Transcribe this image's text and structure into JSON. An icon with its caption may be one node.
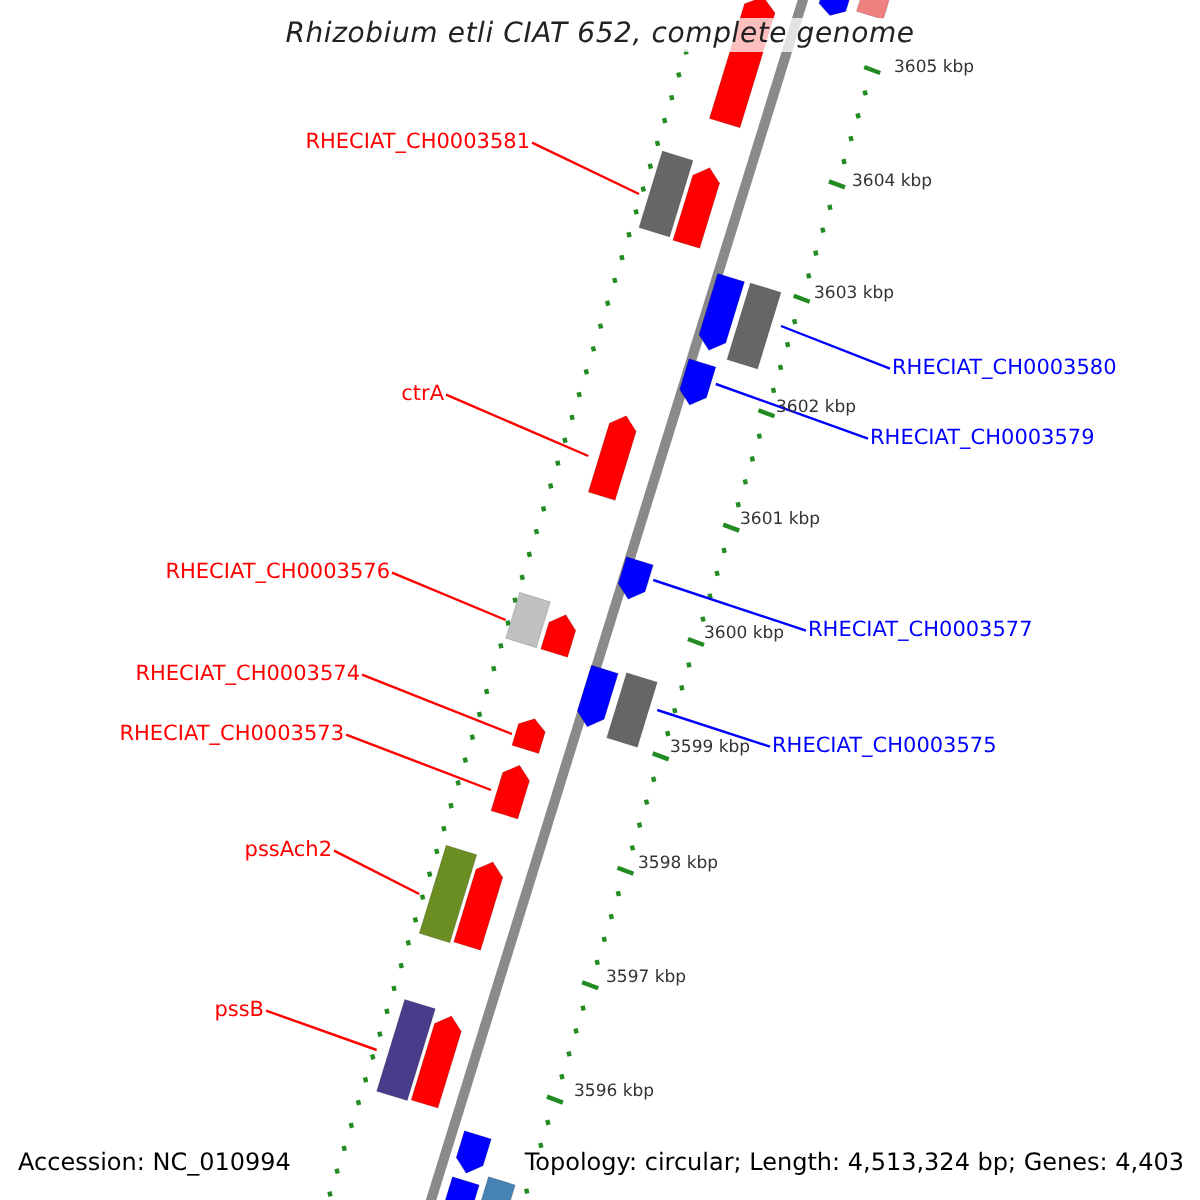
{
  "diagram": {
    "title": "Rhizobium etli CIAT 652, complete genome",
    "nodes": [
      {
        "text": [
          "RHECIAT_CH0003581"
        ]
      },
      {
        "text": [
          "RHECIAT_CH0003580"
        ]
      },
      {
        "text": [
          "ctrA"
        ]
      },
      {
        "text": [
          "RHECIAT_CH0003579"
        ]
      },
      {
        "text": [
          "RHECIAT_CH0003576"
        ]
      },
      {
        "text": [
          "RHECIAT_CH0003577"
        ]
      },
      {
        "text": [
          "RHECIAT_CH0003574"
        ]
      },
      {
        "text": [
          "RHECIAT_CH0003575"
        ]
      },
      {
        "text": [
          "RHECIAT_CH0003573"
        ]
      },
      {
        "text": [
          "pssAch2"
        ]
      },
      {
        "text": [
          "pssB"
        ]
      },
      {
        "text": [],
        "shape": "pentagon"
      },
      {
        "text": [],
        "shape": "pentagon"
      },
      {
        "text": [],
        "shape": "pentagon"
      },
      {
        "text": [],
        "shape": "box"
      },
      {
        "text": [],
        "shape": "pentagon"
      },
      {
        "text": [],
        "shape": "pentagon"
      },
      {
        "text": [],
        "shape": "box"
      },
      {
        "text": [],
        "shape": "pentagon"
      },
      {
        "text": [],
        "shape": "pentagon"
      },
      {
        "text": [],
        "shape": "pentagon"
      },
      {
        "text": [],
        "shape": "box"
      },
      {
        "text": [],
        "shape": "pentagon"
      },
      {
        "text": [],
        "shape": "pentagon"
      },
      {
        "text": [],
        "shape": "box"
      },
      {
        "text": [],
        "shape": "pentagon"
      },
      {
        "text": [],
        "shape": "pentagon"
      },
      {
        "text": [],
        "shape": "box"
      },
      {
        "text": [],
        "shape": "pentagon"
      },
      {
        "text": [],
        "shape": "box"
      },
      {
        "text": [],
        "shape": "pentagon"
      },
      {
        "text": [],
        "shape": "pentagon"
      },
      {
        "text": [],
        "shape": "box"
      },
      {
        "text": [],
        "shape": "box"
      }
    ],
    "edges": [
      {
        "from": 0,
        "to": 14,
        "arrow": "none"
      },
      {
        "from": 1,
        "to": 17,
        "arrow": "none",
        "color": "#0000ff"
      },
      {
        "from": 2,
        "to": 19,
        "arrow": "none"
      },
      {
        "from": 3,
        "to": 18,
        "arrow": "none",
        "color": "#0000ff"
      },
      {
        "from": 4,
        "to": 21,
        "arrow": "none"
      },
      {
        "from": 5,
        "to": 20,
        "arrow": "none",
        "color": "#0000ff"
      },
      {
        "from": 6,
        "to": 25,
        "arrow": "none"
      },
      {
        "from": 7,
        "to": 24,
        "arrow": "none",
        "color": "#0000ff"
      },
      {
        "from": 8,
        "to": 26,
        "arrow": "none"
      },
      {
        "from": 9,
        "to": 27,
        "arrow": "none"
      },
      {
        "from": 10,
        "to": 29,
        "arrow": "none"
      }
    ],
    "labels": [
      "3605 kbp",
      "3604 kbp",
      "3603 kbp",
      "3602 kbp",
      "3601 kbp",
      "3600 kbp",
      "3599 kbp",
      "3598 kbp",
      "3597 kbp",
      "3596 kbp",
      "Accession: NC_010994",
      "Topology: circular; Length: 4,513,324 bp; Genes: 4,403"
    ]
  }
}
